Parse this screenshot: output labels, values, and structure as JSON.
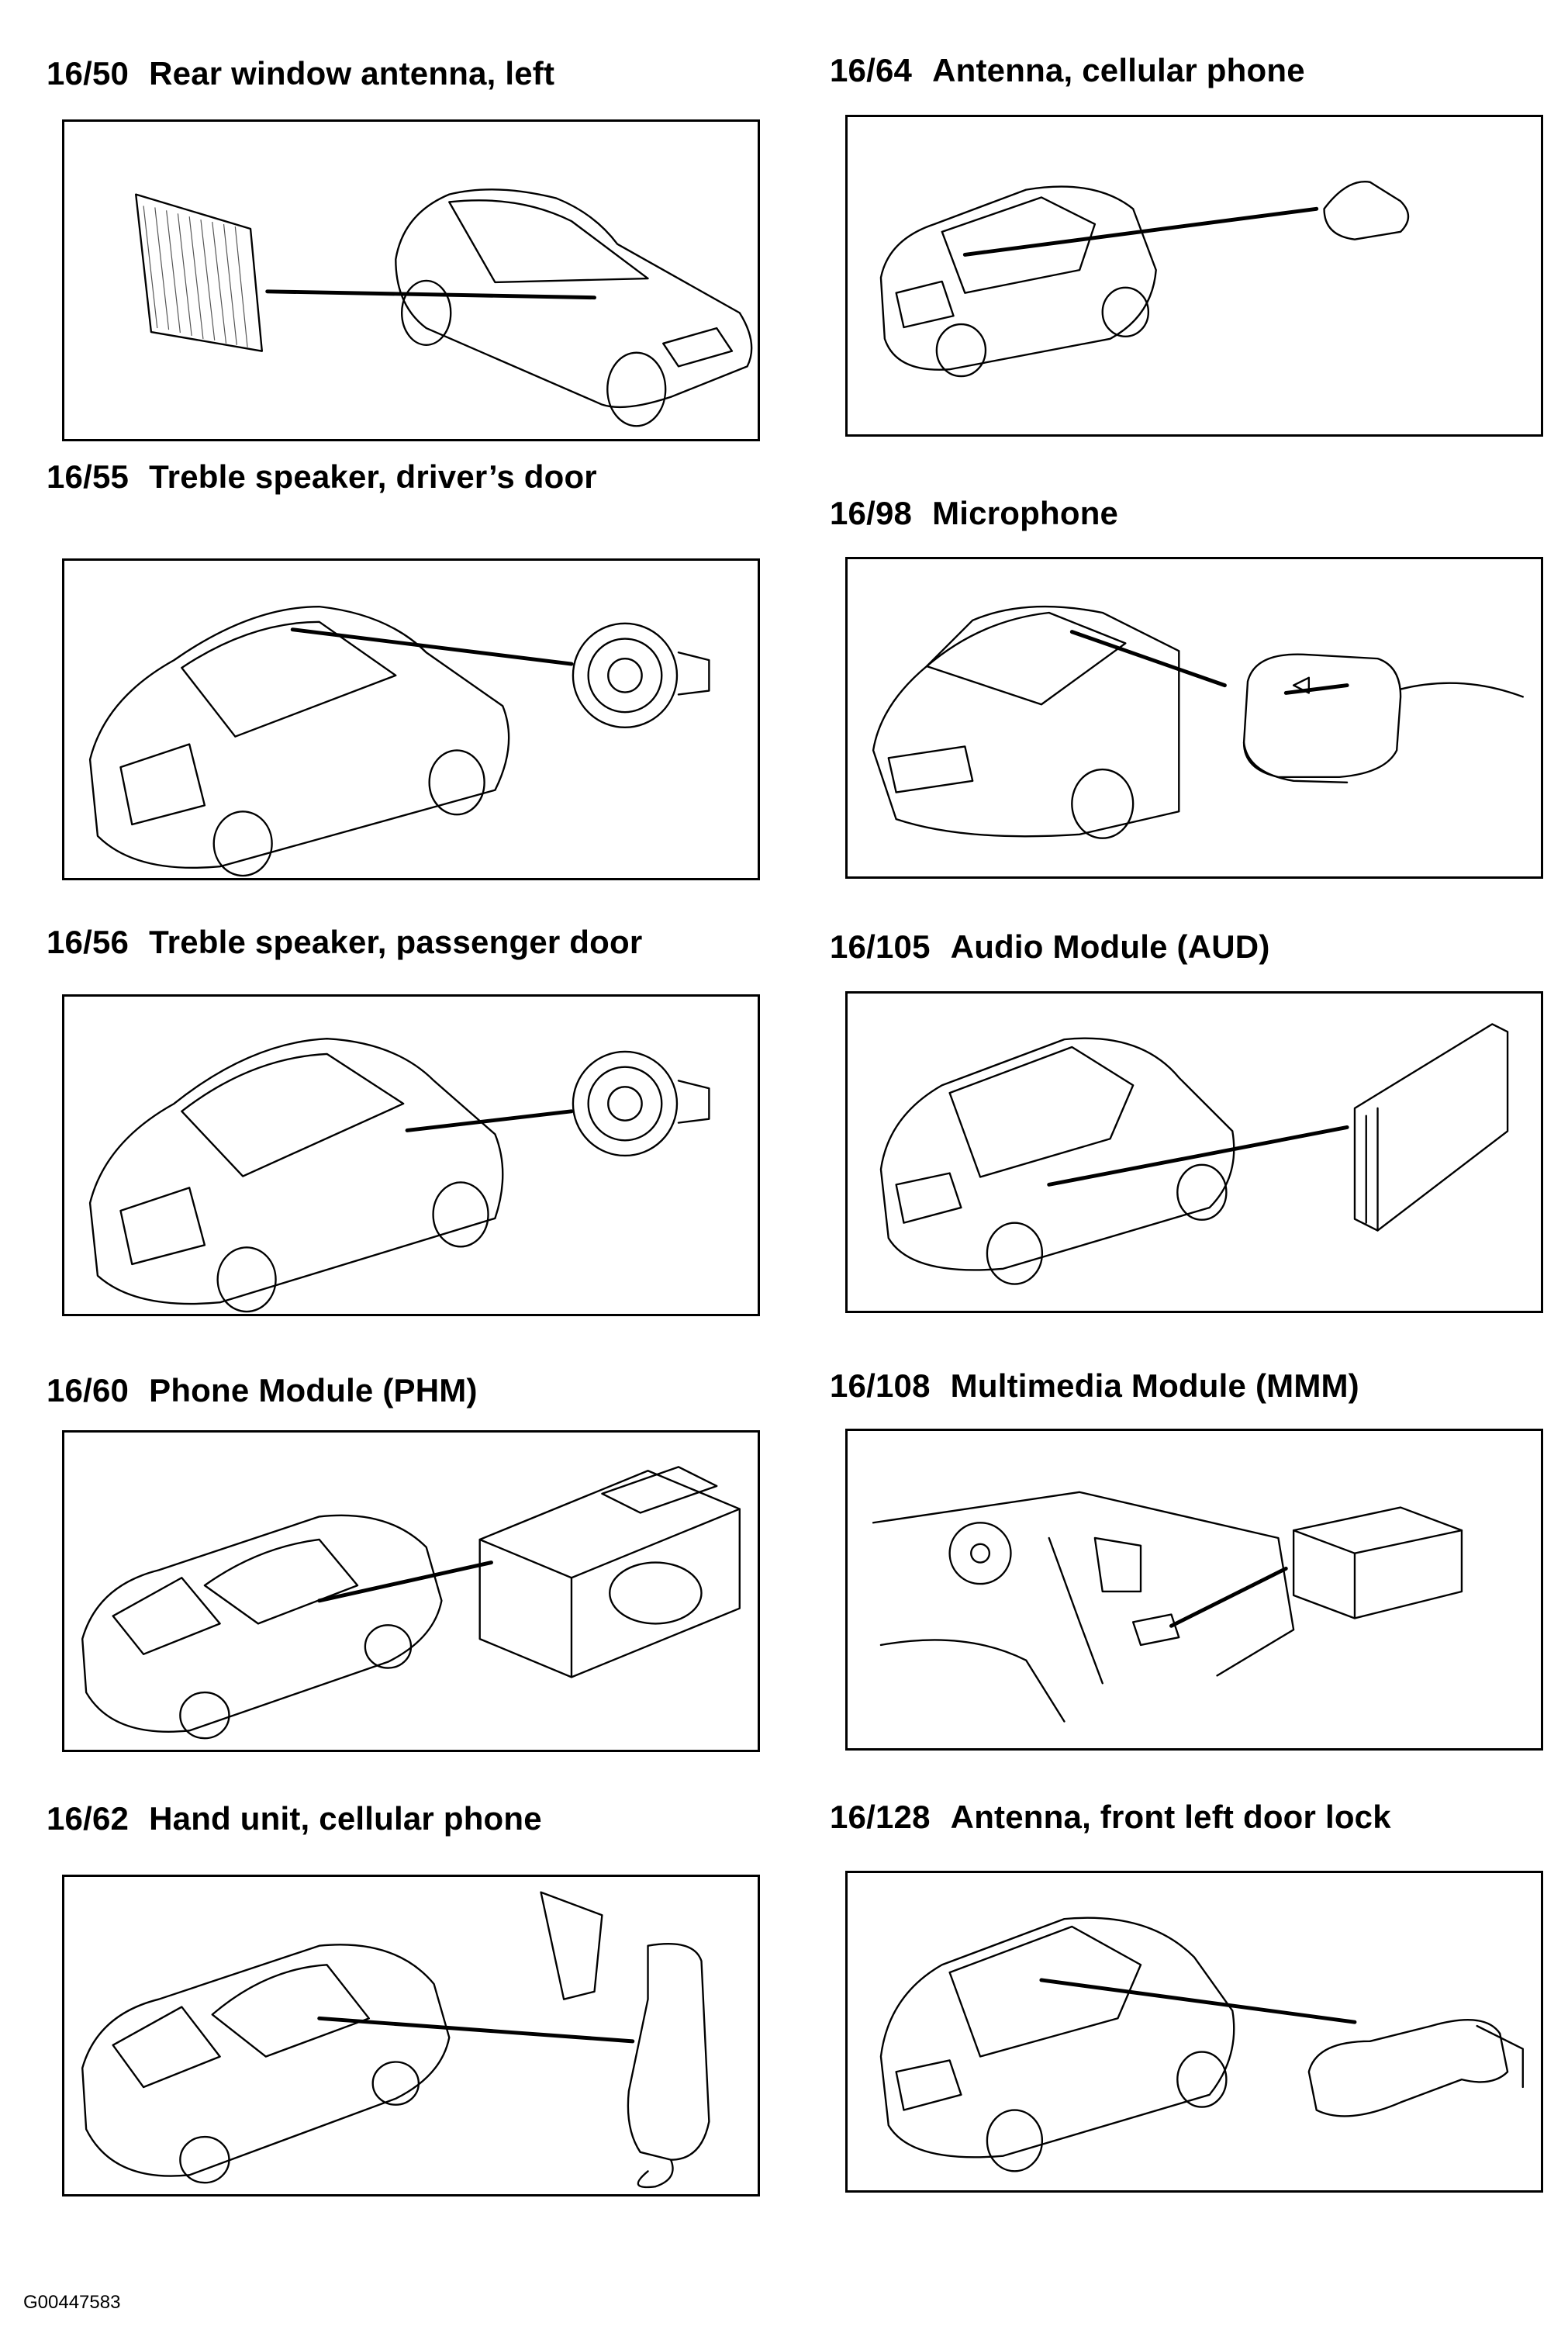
{
  "left_column": [
    {
      "code": "16/50",
      "label": "Rear window antenna, left"
    },
    {
      "code": "16/55",
      "label": "Treble speaker, driver’s door"
    },
    {
      "code": "16/56",
      "label": "Treble speaker, passenger door"
    },
    {
      "code": "16/60",
      "label": "Phone Module (PHM)"
    },
    {
      "code": "16/62",
      "label": "Hand unit, cellular phone"
    }
  ],
  "right_column": [
    {
      "code": "16/64",
      "label": "Antenna, cellular phone"
    },
    {
      "code": "16/98",
      "label": "Microphone"
    },
    {
      "code": "16/105",
      "label": "Audio Module (AUD)"
    },
    {
      "code": "16/108",
      "label": "Multimedia Module (MMM)"
    },
    {
      "code": "16/128",
      "label": "Antenna, front left door lock"
    }
  ],
  "footer": {
    "figure_id": "G00447583"
  }
}
